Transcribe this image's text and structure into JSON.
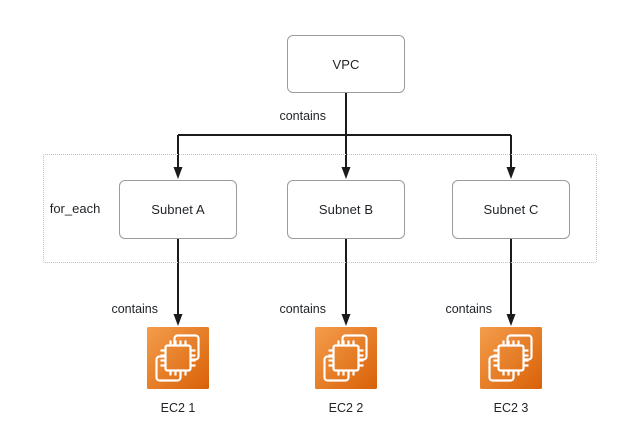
{
  "diagram": {
    "nodes": {
      "vpc": {
        "label": "VPC"
      },
      "subnets": [
        {
          "label": "Subnet A"
        },
        {
          "label": "Subnet B"
        },
        {
          "label": "Subnet C"
        }
      ],
      "ec2_instances": [
        {
          "label": "EC2 1"
        },
        {
          "label": "EC2 2"
        },
        {
          "label": "EC2 3"
        }
      ]
    },
    "group": {
      "label": "for_each"
    },
    "edges": {
      "vpc_to_subnets_label": "contains",
      "subnet_to_ec2_labels": [
        "contains",
        "contains",
        "contains"
      ]
    },
    "icons": {
      "ec2": "aws-ec2-instance-icon"
    },
    "colors": {
      "background": "#ffffff",
      "connector_line": "#1b1b1b",
      "node_border": "#9b9b9b",
      "node_text": "#1f2328",
      "group_border_dotted": "#c0c0c0",
      "ec2_gradient_light": "#F49D4B",
      "ec2_gradient_dark": "#D96108"
    }
  }
}
